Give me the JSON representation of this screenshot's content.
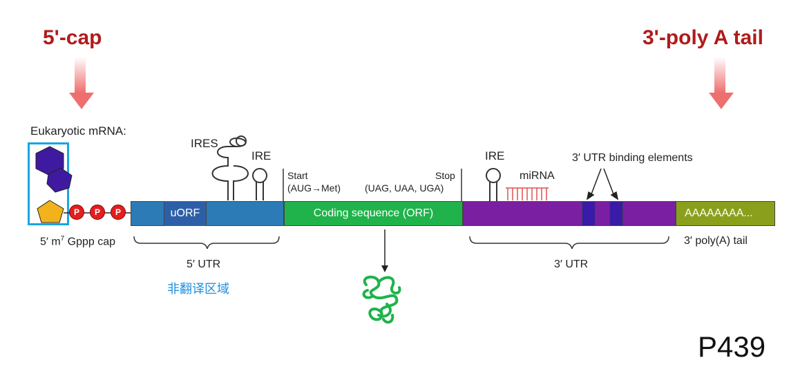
{
  "titles": {
    "cap": "5'-cap",
    "tail": "3'-poly A tail"
  },
  "labels": {
    "eukaryotic_mrna": "Eukaryotic mRNA:",
    "ires": "IRES",
    "ire_5": "IRE",
    "ire_3": "IRE",
    "start_line1": "Start",
    "start_line2": "(AUG→Met)",
    "stop_line1": "Stop",
    "stop_line2": "(UAG, UAA, UGA)",
    "mirna": "miRNA",
    "binding_elements": "3′ UTR binding elements",
    "cap_label": "5′ m",
    "cap_sup": "7",
    "cap_label_tail": " Gppp cap",
    "utr5": "5′ UTR",
    "utr5_cn": "非翻译区域",
    "utr3": "3′ UTR",
    "poly_a_tail": "3′ poly(A) tail",
    "page_number": "P439"
  },
  "segments": {
    "uorf": "uORF",
    "coding": "Coding sequence (ORF)",
    "poly_a": "AAAAAAAA..."
  },
  "phosphates": [
    "P",
    "P",
    "P"
  ],
  "colors": {
    "title_red": "#b01b1b",
    "arrow_red": "#ef6f6f",
    "utr5_blue": "#2c7bb6",
    "coding_green": "#20b34b",
    "utr3_purple": "#7b1fa2",
    "binding_violet": "#3a1aa8",
    "poly_a_olive": "#8aa01c",
    "cap_box_blue": "#1aa5e0",
    "cn_blue": "#1a8fe0",
    "protein_green": "#1db34b",
    "mirna_red": "#e05050"
  },
  "icons": [
    "arrow-down-icon",
    "pentagon-icon",
    "hexagon-icon",
    "stem-loop-icon",
    "protein-coil-icon"
  ]
}
